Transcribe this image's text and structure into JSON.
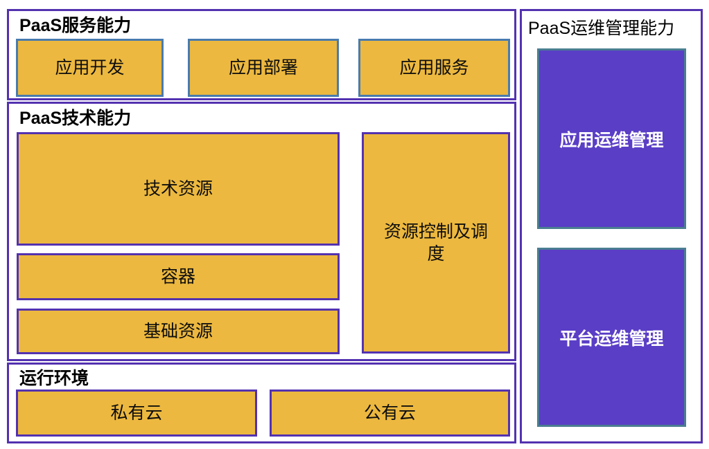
{
  "diagram": {
    "services": {
      "title": "PaaS服务能力",
      "items": [
        "应用开发",
        "应用部署",
        "应用服务"
      ]
    },
    "tech": {
      "title": "PaaS技术能力",
      "items": [
        "技术资源",
        "容器",
        "基础资源",
        "资源控制及调度"
      ]
    },
    "runtime": {
      "title": "运行环境",
      "items": [
        "私有云",
        "公有云"
      ]
    },
    "ops": {
      "title": "PaaS运维管理能力",
      "items": [
        "应用运维管理",
        "平台运维管理"
      ]
    }
  },
  "colors": {
    "orange_fill": "#ECB83F",
    "purple_fill": "#5A3EC6",
    "section_border_purple": "#5332B0",
    "service_box_border_blue": "#4A7BAE",
    "ops_box_border_teal": "#4A7E91",
    "title_text": "#000000",
    "orange_box_text": "#0d0d0d",
    "purple_box_text": "#ffffff",
    "background": "#ffffff"
  }
}
